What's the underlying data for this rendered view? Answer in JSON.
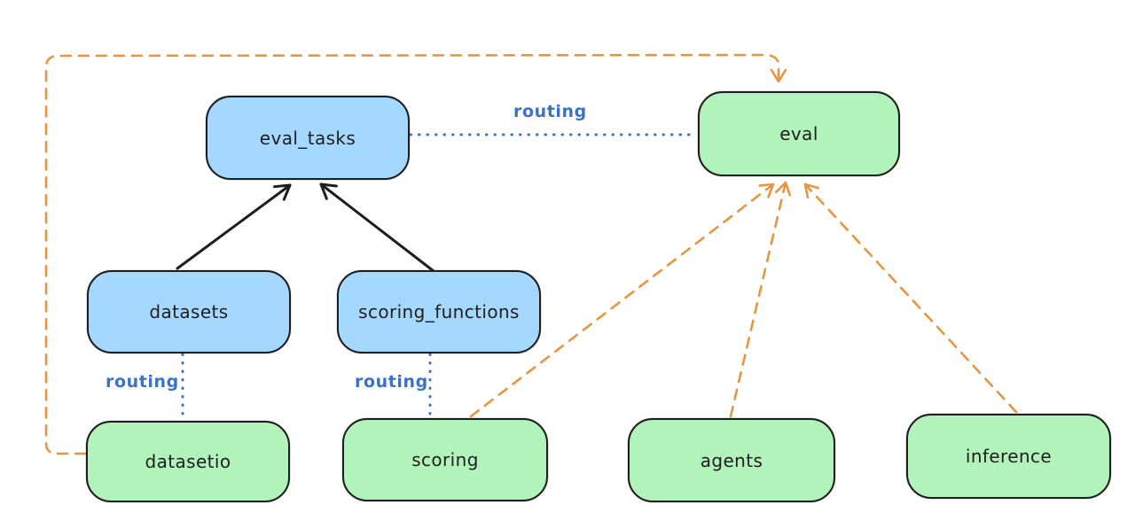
{
  "diagram": {
    "nodes": [
      {
        "id": "eval_tasks",
        "label": "eval_tasks",
        "kind": "registry",
        "fill": "#a5d8ff"
      },
      {
        "id": "eval",
        "label": "eval",
        "kind": "api",
        "fill": "#b2f2bb"
      },
      {
        "id": "datasets",
        "label": "datasets",
        "kind": "registry",
        "fill": "#a5d8ff"
      },
      {
        "id": "scoring_functions",
        "label": "scoring_functions",
        "kind": "registry",
        "fill": "#a5d8ff"
      },
      {
        "id": "datasetio",
        "label": "datasetio",
        "kind": "api",
        "fill": "#b2f2bb"
      },
      {
        "id": "scoring",
        "label": "scoring",
        "kind": "api",
        "fill": "#b2f2bb"
      },
      {
        "id": "agents",
        "label": "agents",
        "kind": "api",
        "fill": "#b2f2bb"
      },
      {
        "id": "inference",
        "label": "inference",
        "kind": "api",
        "fill": "#b2f2bb"
      }
    ],
    "routing_labels": [
      {
        "text": "routing"
      },
      {
        "text": "routing"
      },
      {
        "text": "routing"
      }
    ],
    "edges": [
      {
        "from": "datasets",
        "to": "eval_tasks",
        "style": "solid-black-arrow"
      },
      {
        "from": "scoring_functions",
        "to": "eval_tasks",
        "style": "solid-black-arrow"
      },
      {
        "from": "eval_tasks",
        "to": "eval",
        "style": "dotted-blue",
        "label": "routing"
      },
      {
        "from": "datasets",
        "to": "datasetio",
        "style": "dotted-blue",
        "label": "routing"
      },
      {
        "from": "scoring_functions",
        "to": "scoring",
        "style": "dotted-blue",
        "label": "routing"
      },
      {
        "from": "datasetio",
        "to": "eval",
        "style": "dashed-orange-arrow",
        "route": "around-left-and-top"
      },
      {
        "from": "scoring",
        "to": "eval",
        "style": "dashed-orange-arrow"
      },
      {
        "from": "agents",
        "to": "eval",
        "style": "dashed-orange-arrow"
      },
      {
        "from": "inference",
        "to": "eval",
        "style": "dashed-orange-arrow"
      }
    ],
    "colors": {
      "background": "#ffffff",
      "registry_fill": "#a5d8ff",
      "api_fill": "#b2f2bb",
      "stroke": "#1e1e1e",
      "routing_blue": "#3b73c4",
      "provider_orange": "#e99440"
    }
  }
}
